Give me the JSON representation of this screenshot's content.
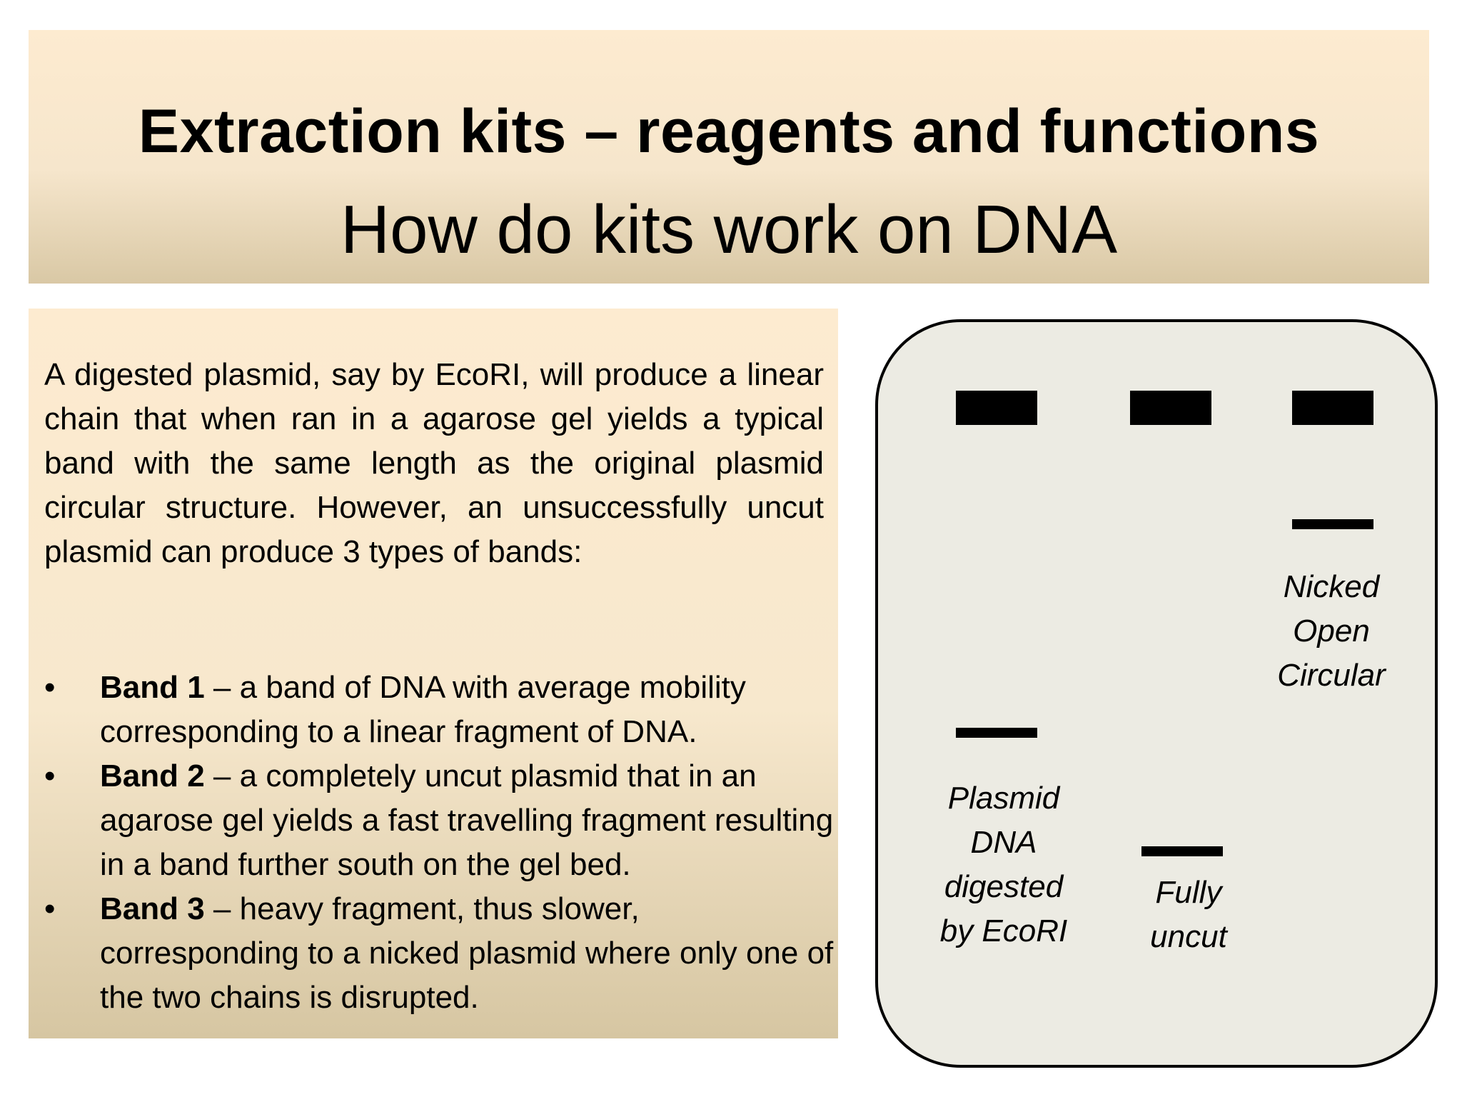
{
  "header": {
    "title": "Extraction kits – reagents and functions",
    "subtitle": "How do kits work on DNA"
  },
  "body": {
    "intro": "A digested plasmid, say by EcoRI, will produce a linear chain that when ran in a agarose gel yields a typical band with the same length as the original plasmid circular structure. However, an unsuccessfully uncut plasmid can produce 3 types of bands:",
    "bullet_symbol": "•",
    "bullets": [
      {
        "term": "Band 1",
        "text": " – a band of DNA with average mobility corresponding to a linear fragment of DNA."
      },
      {
        "term": "Band 2",
        "text": " – a completely uncut plasmid that in an agarose gel yields a fast travelling fragment resulting in a band further south on the gel bed."
      },
      {
        "term": "Band 3",
        "text": " – heavy fragment, thus slower, corresponding to a nicked plasmid where only one of the two chains is disrupted."
      }
    ]
  },
  "gel": {
    "lane_labels": {
      "digested": [
        "Plasmid",
        "DNA",
        "digested",
        "by EcoRI"
      ],
      "uncut": [
        "Fully",
        "uncut"
      ],
      "nicked": [
        "Nicked",
        "Open",
        "Circular"
      ]
    }
  }
}
